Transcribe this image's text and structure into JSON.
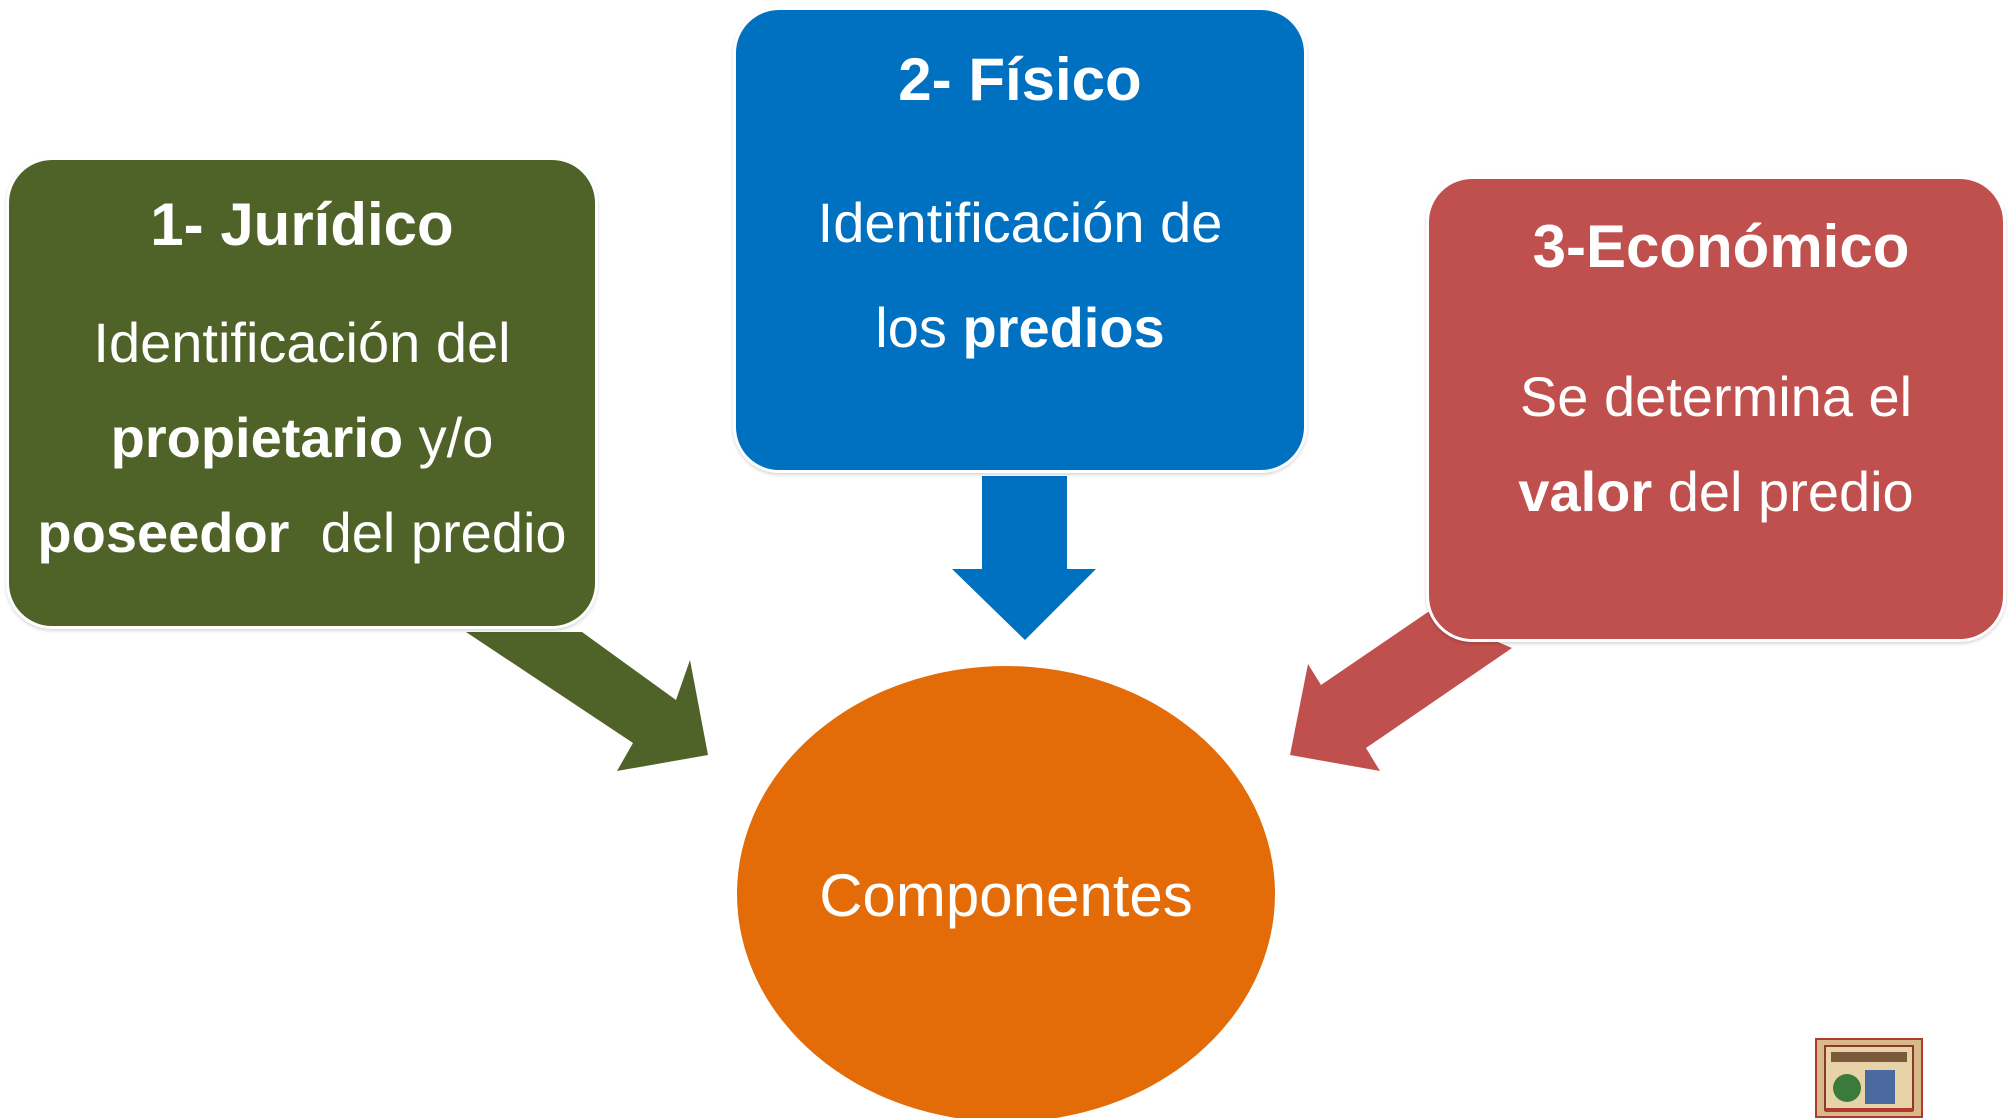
{
  "colors": {
    "juridico": "#4f6228",
    "fisico": "#0070c0",
    "economico": "#c0504d",
    "center": "#e36c09"
  },
  "juridico": {
    "title": "1- Jurídico",
    "line1": "Identificación del",
    "line2_bold": "propietario",
    "line2_rest": " y/o",
    "line3_bold": "poseedor",
    "line3_rest": "  del predio"
  },
  "fisico": {
    "title": "2- Físico",
    "line1": "Identificación de",
    "line2_pre": "los ",
    "line2_bold": "predios"
  },
  "economico": {
    "title": "3-Económico",
    "line1": "Se determina el",
    "line2_bold": "valor",
    "line2_rest": " del predio"
  },
  "center": {
    "label": "Componentes"
  },
  "logo": {
    "icon": "municipal-seal-icon"
  }
}
